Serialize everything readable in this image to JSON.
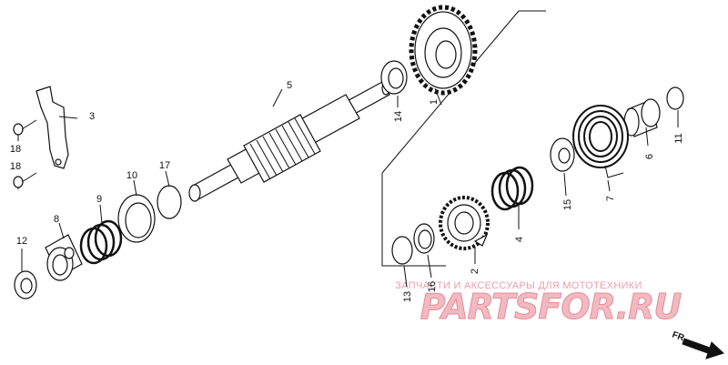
{
  "callouts": [
    {
      "id": "1",
      "text": "1"
    },
    {
      "id": "2",
      "text": "2"
    },
    {
      "id": "3",
      "text": "3"
    },
    {
      "id": "4",
      "text": "4"
    },
    {
      "id": "5",
      "text": "5"
    },
    {
      "id": "6",
      "text": "6"
    },
    {
      "id": "7",
      "text": "7"
    },
    {
      "id": "8",
      "text": "8"
    },
    {
      "id": "9",
      "text": "9"
    },
    {
      "id": "10",
      "text": "10"
    },
    {
      "id": "11",
      "text": "11"
    },
    {
      "id": "12",
      "text": "12"
    },
    {
      "id": "13",
      "text": "13"
    },
    {
      "id": "14",
      "text": "14"
    },
    {
      "id": "15",
      "text": "15"
    },
    {
      "id": "16",
      "text": "16"
    },
    {
      "id": "17",
      "text": "17"
    },
    {
      "id": "18a",
      "text": "18"
    },
    {
      "id": "18b",
      "text": "18"
    }
  ],
  "watermark": {
    "tagline": "ЗАПЧАСТИ И АКСЕССУАРЫ ДЛЯ МОТОТЕХНИКИ",
    "logo": "PARTSFOR.RU",
    "tagline_color": "#e8a0a8",
    "logo_color": "#f0b8bf"
  },
  "direction_arrow": {
    "text": "FR."
  }
}
